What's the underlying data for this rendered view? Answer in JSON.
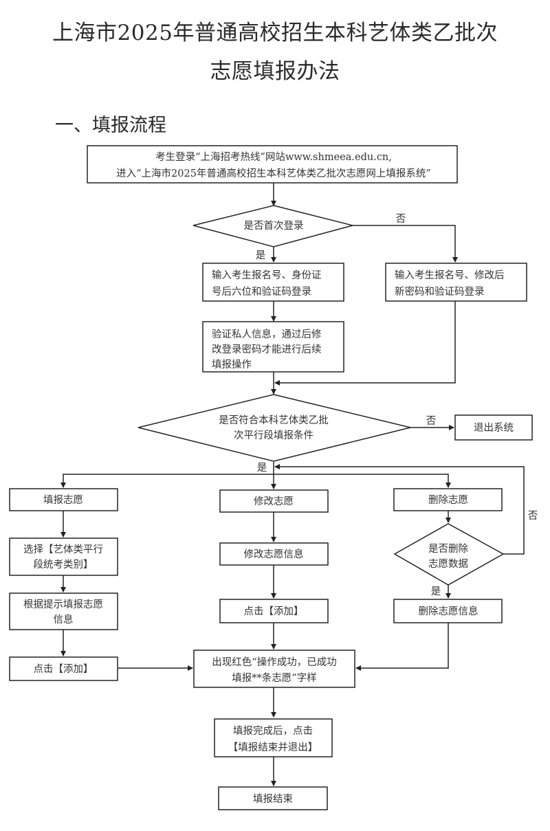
{
  "document": {
    "title_line1": "上海市2025年普通高校招生本科艺体类乙批次",
    "title_line2": "志愿填报办法",
    "section_heading": "一、填报流程"
  },
  "flowchart": {
    "start": {
      "line1_prefix": "考生登录“上海招考热线”网站",
      "line1_link": "www.shmeea.edu.cn,",
      "line2": "进入“上海市2025年普通高校招生本科艺体类乙批次志愿网上填报系统”"
    },
    "decision_first_login": {
      "label": "是否首次登录",
      "yes": "是",
      "no": "否"
    },
    "first_login_box": {
      "line1": "输入考生报名号、身份证",
      "line2": "号后六位和验证码登录"
    },
    "repeat_login_box": {
      "line1": "输入考生报名号、修改后",
      "line2": "新密码和验证码登录"
    },
    "verify_box": {
      "line1": "验证私人信息，通过后修",
      "line2": "改登录密码才能进行后续",
      "line3": "填报操作"
    },
    "decision_eligible": {
      "line1": "是否符合本科艺体类乙批",
      "line2": "次平行段填报条件",
      "yes": "是",
      "no": "否"
    },
    "exit_box": {
      "label": "退出系统"
    },
    "fill_branch": {
      "header": "填报志愿",
      "step1_line1": "选择【艺体类平行",
      "step1_line2": "段统考类别】",
      "step2_line1": "根据提示填报志愿",
      "step2_line2": "信息",
      "step3": "点击【添加】"
    },
    "modify_branch": {
      "header": "修改志愿",
      "step1": "修改志愿信息",
      "step2": "点击【添加】"
    },
    "delete_branch": {
      "header": "删除志愿",
      "decision_line1": "是否删除",
      "decision_line2": "志愿数据",
      "yes": "是",
      "no": "否",
      "step1": "删除志愿信息"
    },
    "success_box": {
      "line1": "出现红色“操作成功，已成功",
      "line2": "填报**条志愿”字样"
    },
    "finish_box": {
      "line1": "填报完成后，点击",
      "line2": "【填报结束并退出】"
    },
    "end_box": {
      "label": "填报结束"
    }
  }
}
